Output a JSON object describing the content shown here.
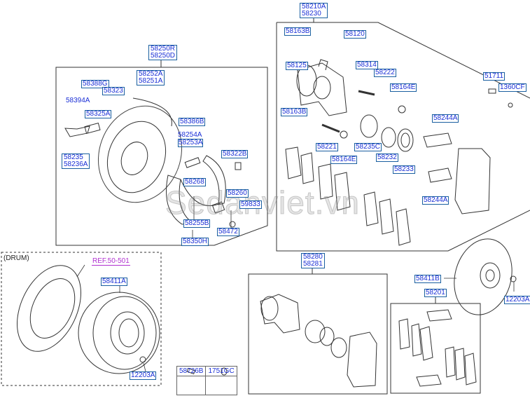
{
  "diagram": {
    "title": "Rear brake assembly parts diagram",
    "watermark": "Sedanviet.vn",
    "drum_section_caption": "(DRUM)",
    "reference": "REF.50-501",
    "groups": {
      "parking_brake_assembly": [
        "58250R",
        "58250D"
      ],
      "backing_plate": [
        "58252A",
        "58251A"
      ],
      "caliper_assembly_top": [
        "58210A",
        "58230"
      ],
      "caliper_assembly_bottom": [
        "58280",
        "58281"
      ],
      "parking_shoe_kit": "58350H",
      "pad_kit": "58201"
    },
    "labels": {
      "p58388G": "58388G",
      "p58323": "58323",
      "p58394A": "58394A",
      "p58325A": "58325A",
      "p58235": "58235",
      "p58236A": "58236A",
      "p58386B": "58386B",
      "p58254A": "58254A",
      "p58253A": "58253A",
      "p58322B": "58322B",
      "p58268": "58268",
      "p58260": "58260",
      "p59833": "59833",
      "p58255B": "58255B",
      "p58472": "58472",
      "p58350H": "58350H",
      "p58163B_top": "58163B",
      "p58120": "58120",
      "p58314": "58314",
      "p58125": "58125",
      "p58222": "58222",
      "p58164E_top": "58164E",
      "p58163B_bot": "58163B",
      "p58221": "58221",
      "p58164E_bot": "58164E",
      "p58235C": "58235C",
      "p58232": "58232",
      "p58233": "58233",
      "p58244A_top": "58244A",
      "p58244A_bot": "58244A",
      "p51711": "51711",
      "p1360CF": "1360CF",
      "p58411B": "58411B",
      "p12203A_right": "12203A",
      "p58201": "58201",
      "p58411A": "58411A",
      "p12203A_left": "12203A"
    },
    "table": {
      "headers": [
        "58726B",
        "1751GC"
      ],
      "icons": [
        "bolt-icon",
        "washer-icon"
      ]
    }
  }
}
